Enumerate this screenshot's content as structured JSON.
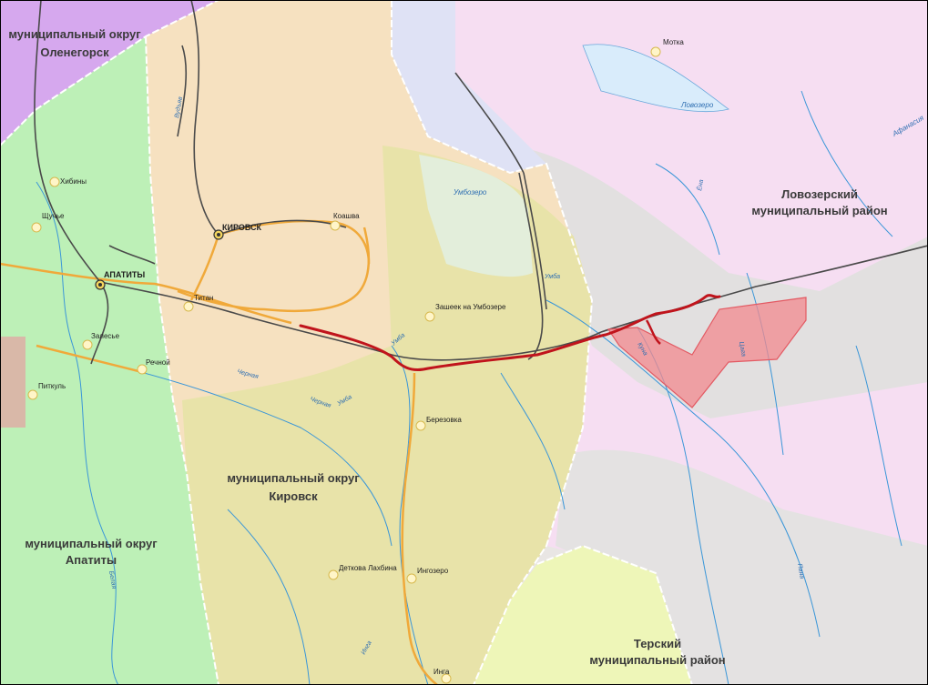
{
  "regions": [
    {
      "id": "olenegorsk",
      "lines": [
        "муниципальный округ",
        "Оленегорск"
      ]
    },
    {
      "id": "kirovsk",
      "lines": [
        "муниципальный округ",
        "Кировск"
      ]
    },
    {
      "id": "apatity",
      "lines": [
        "муниципальный округ",
        "Апатиты"
      ]
    },
    {
      "id": "lovozero",
      "lines": [
        "Ловозерский",
        "муниципальный район"
      ]
    },
    {
      "id": "tersky",
      "lines": [
        "Терский",
        "муниципальный район"
      ]
    }
  ],
  "settlements": [
    {
      "id": "motka",
      "name": "Мотка"
    },
    {
      "id": "khibiny",
      "name": "Хибины"
    },
    {
      "id": "shchuchye",
      "name": "Щучье"
    },
    {
      "id": "kirovsk",
      "name": "КИРОВСК"
    },
    {
      "id": "koashva",
      "name": "Коашва"
    },
    {
      "id": "apatity",
      "name": "АПАТИТЫ"
    },
    {
      "id": "titan",
      "name": "Титан"
    },
    {
      "id": "zasheek",
      "name": "Зашеек на Умбозере"
    },
    {
      "id": "zalesye",
      "name": "Залесье"
    },
    {
      "id": "rechnoy",
      "name": "Речной"
    },
    {
      "id": "pitkul",
      "name": "Питкуль"
    },
    {
      "id": "berezovka",
      "name": "Березовка"
    },
    {
      "id": "detkova",
      "name": "Деткова Лахбина"
    },
    {
      "id": "ingozero",
      "name": "Ингозеро"
    },
    {
      "id": "inga",
      "name": "Инга"
    }
  ],
  "water_labels": [
    {
      "id": "lovozero",
      "name": "Ловозеро"
    },
    {
      "id": "umbozero",
      "name": "Умбозеро"
    },
    {
      "id": "afanasiya",
      "name": "Афанасия"
    }
  ],
  "river_labels": [
    {
      "id": "vud",
      "name": "Вудъяв"
    },
    {
      "id": "umba1",
      "name": "Умба"
    },
    {
      "id": "umba2",
      "name": "Умба"
    },
    {
      "id": "chernaya",
      "name": "Черная"
    },
    {
      "id": "chernaya2",
      "name": "Черная"
    },
    {
      "id": "umba3",
      "name": "Умба"
    },
    {
      "id": "kuna",
      "name": "Куна"
    },
    {
      "id": "tsaga",
      "name": "Цага"
    },
    {
      "id": "pana",
      "name": "Пана"
    },
    {
      "id": "belaya",
      "name": "Белая"
    },
    {
      "id": "inga",
      "name": "Инга"
    },
    {
      "id": "yona",
      "name": "Ёна"
    }
  ],
  "colors": {
    "route": "#c0141c",
    "zone_fill": "#f28a8f",
    "road": "#f0a93a",
    "rail": "#4a4a4a",
    "water": "#2f8fd0"
  }
}
